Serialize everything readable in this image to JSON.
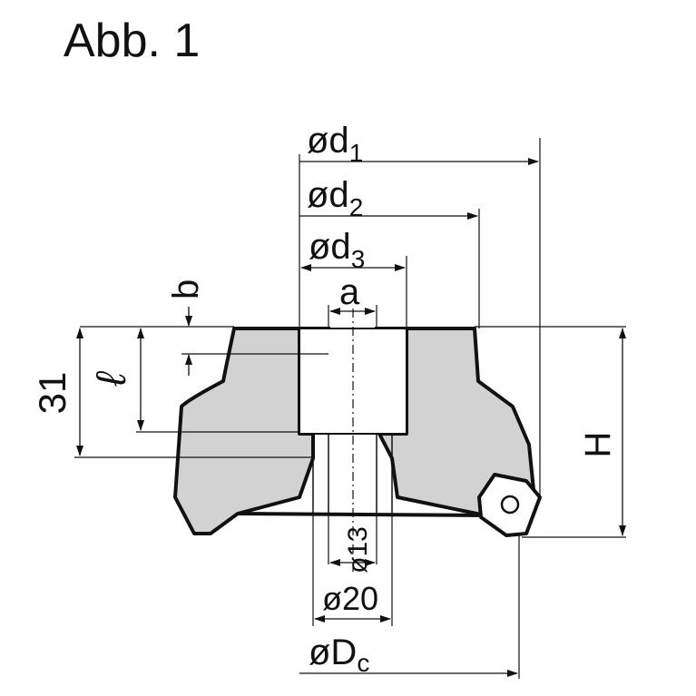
{
  "figure": {
    "title": "Abb. 1",
    "dimensions": {
      "d1": {
        "main": "ød",
        "sub": "1"
      },
      "d2": {
        "main": "ød",
        "sub": "2"
      },
      "d3": {
        "main": "ød",
        "sub": "3"
      },
      "a": "a",
      "b": "b",
      "height_31": "31",
      "l": "ℓ",
      "H": "H",
      "bore_13": "ø13",
      "bore_20": "ø20",
      "Dc": {
        "main": "øD",
        "sub": "c"
      }
    },
    "colors": {
      "body_fill": "#d2d2d2",
      "outline": "#111111",
      "background": "#ffffff"
    }
  }
}
